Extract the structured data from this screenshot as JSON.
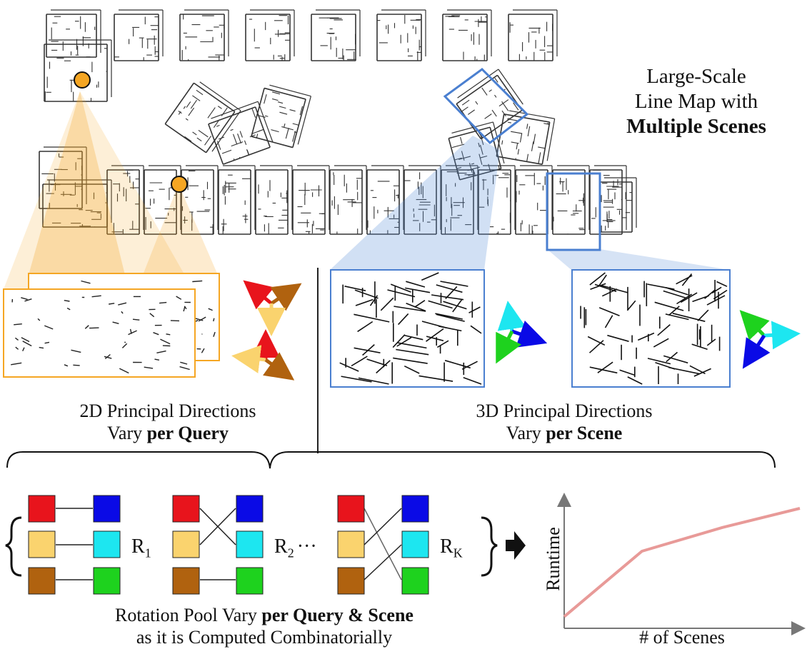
{
  "map_title": {
    "line1": "Large-Scale",
    "line2": "Line Map with",
    "line3": "Multiple Scenes"
  },
  "query_caption": {
    "line1": "2D Principal Directions",
    "line2_prefix": "Vary ",
    "line2_bold": "per Query"
  },
  "scene_caption": {
    "line1": "3D Principal Directions",
    "line2_prefix": "Vary ",
    "line2_bold": "per Scene"
  },
  "pool_caption": {
    "line1_prefix": "Rotation Pool Vary ",
    "line1_bold": "per Query & Scene",
    "line2": "as it is Computed Combinatorially"
  },
  "rotations": [
    {
      "symbol": "R",
      "sub": "1"
    },
    {
      "symbol": "R",
      "sub": "2"
    },
    {
      "symbol": "R",
      "sub": "K"
    }
  ],
  "ellipsis": "···",
  "colors": {
    "query_highlight": "#f5a623",
    "scene_highlight": "#5b8fd6",
    "dir_red": "#e8141c",
    "dir_light_orange": "#fad36e",
    "dir_brown": "#b0620f",
    "dir_blue": "#0a0ae6",
    "dir_cyan": "#1de6f0",
    "dir_green": "#1ed21e",
    "curve": "#e89a98"
  },
  "chart_data": {
    "type": "line",
    "title": "",
    "xlabel": "# of Scenes",
    "ylabel": "Runtime",
    "series": [
      {
        "x": [
          0,
          0.33,
          0.67,
          1.0
        ],
        "y": [
          0.04,
          0.62,
          0.83,
          1.0
        ]
      }
    ]
  }
}
